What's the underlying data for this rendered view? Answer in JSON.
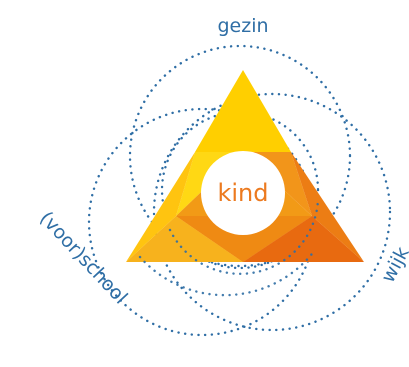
{
  "labels": {
    "top": "gezin",
    "left": "(voor)school",
    "right": "wijk",
    "center": "kind"
  },
  "colors": {
    "label_text": "#2f6ea5",
    "dotted_circles": "#2f6ea5",
    "center_text": "#ec7a1f",
    "triangle_yellow": "#ffcf00",
    "triangle_amber": "#f7a21a",
    "triangle_orange": "#ef8a13",
    "triangle_dark_orange": "#e86a10"
  }
}
